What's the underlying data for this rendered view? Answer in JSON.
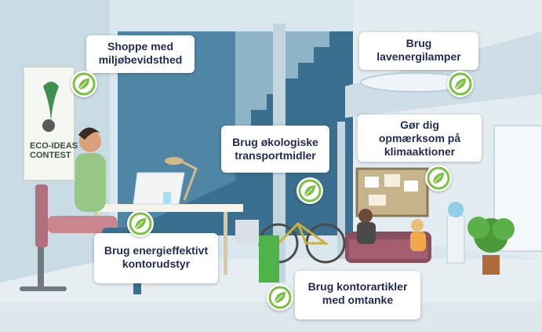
{
  "colors": {
    "accent_green": "#7cc242",
    "text_navy": "#1f2a55",
    "wall_blue": "#3b6f8f"
  },
  "poster": {
    "line1": "ECO-IDEAS",
    "line2": "CONTEST"
  },
  "callouts": [
    {
      "id": "shop",
      "text": "Shoppe med\nmiljøbevidsthed",
      "icon": "leaf-icon"
    },
    {
      "id": "lamps",
      "text": "Brug\nlavenergilamper",
      "icon": "leaf-icon"
    },
    {
      "id": "transport",
      "text": "Brug økologiske\ntransportmidler",
      "icon": "leaf-icon"
    },
    {
      "id": "climate",
      "text": "Gør dig\nopmærksom på\nklimaaktioner",
      "icon": "leaf-icon"
    },
    {
      "id": "equipment",
      "text": "Brug energieffektivt\nkontorudstyr",
      "icon": "leaf-icon"
    },
    {
      "id": "supplies",
      "text": "Brug kontorartikler\nmed omtanke",
      "icon": "leaf-icon"
    }
  ]
}
